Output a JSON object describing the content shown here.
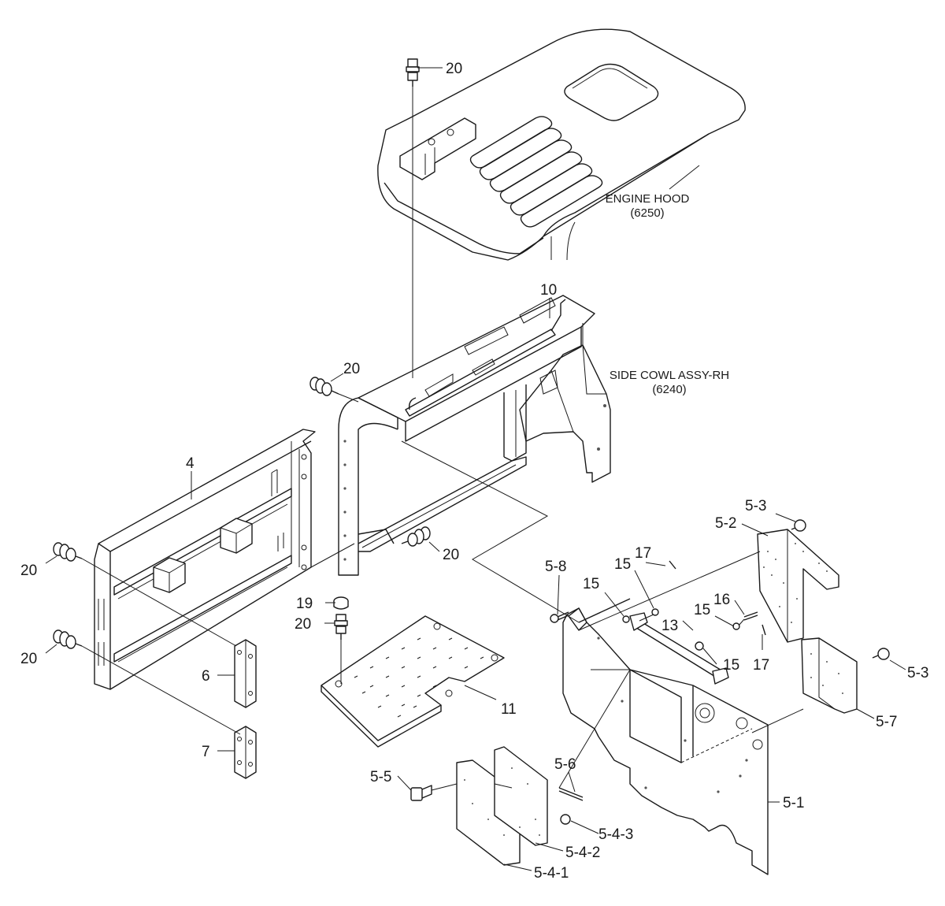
{
  "assemblies": {
    "engine_hood": {
      "name": "ENGINE HOOD",
      "code": "(6250)"
    },
    "side_cowl": {
      "name": "SIDE COWL ASSY-RH",
      "code": "(6240)"
    }
  },
  "callouts": {
    "c20_top": "20",
    "c10": "10",
    "c20_upper_frame": "20",
    "c4": "4",
    "c20_left_upper": "20",
    "c20_left_lower": "20",
    "c20_mid": "20",
    "c19": "19",
    "c20_plate": "20",
    "c6": "6",
    "c7": "7",
    "c11": "11",
    "c5_3_top": "5-3",
    "c5_2": "5-2",
    "c17_top": "17",
    "c15_a": "15",
    "c5_8": "5-8",
    "c15_b": "15",
    "c16": "16",
    "c15_c": "15",
    "c13": "13",
    "c15_d": "15",
    "c17_bottom": "17",
    "c5_3_right": "5-3",
    "c5_7": "5-7",
    "c5_6": "5-6",
    "c5_5": "5-5",
    "c5_1": "5-1",
    "c5_4_3": "5-4-3",
    "c5_4_2": "5-4-2",
    "c5_4_1": "5-4-1"
  }
}
